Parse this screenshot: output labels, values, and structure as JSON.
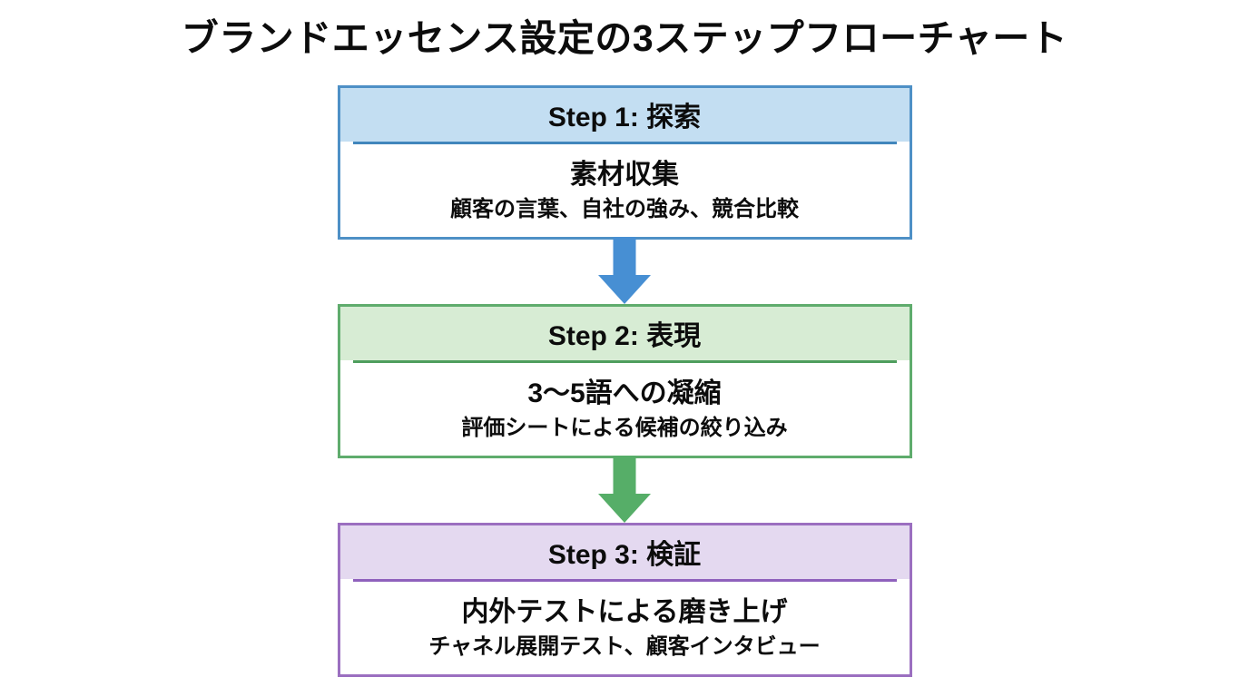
{
  "page": {
    "background": "#ffffff",
    "text_color": "#0c0c0c",
    "title": "ブランドエッセンス設定の3ステップフローチャート"
  },
  "flow": {
    "steps": [
      {
        "header": "Step 1: 探索",
        "heading": "素材収集",
        "detail": "顧客の言葉、自社の強み、競合比較",
        "colors": {
          "border": "#4e90c6",
          "header_bg": "#c3def2",
          "divider": "#4186bc"
        }
      },
      {
        "header": "Step 2: 表現",
        "heading": "3〜5語への凝縮",
        "detail": "評価シートによる候補の絞り込み",
        "colors": {
          "border": "#5fac6d",
          "header_bg": "#d7ecd4",
          "divider": "#4f9e5e"
        }
      },
      {
        "header": "Step 3: 検証",
        "heading": "内外テストによる磨き上げ",
        "detail": "チャネル展開テスト、顧客インタビュー",
        "colors": {
          "border": "#9b6fc0",
          "header_bg": "#e4d9f0",
          "divider": "#8f61bd"
        }
      }
    ],
    "arrows": [
      {
        "direction": "down",
        "color": "#478fd3"
      },
      {
        "direction": "down",
        "color": "#56ae68"
      }
    ]
  }
}
